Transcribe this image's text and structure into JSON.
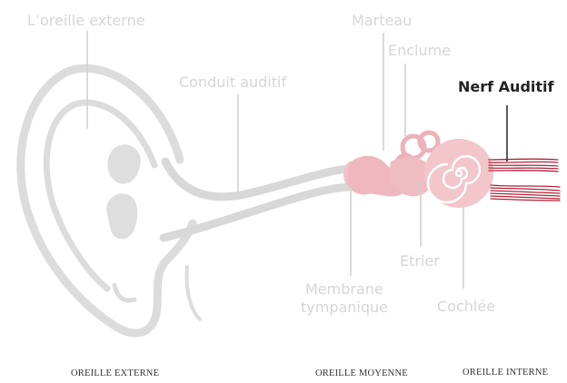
{
  "labels": {
    "oreille_externe": "L’oreille externe",
    "marteau": "Marteau",
    "enclume": "Enclume",
    "conduit_auditif": "Conduit auditif",
    "nerf_auditif": "Nerf Auditif",
    "etrier": "Etrier",
    "membrane_line1": "Membrane",
    "membrane_line2": "tympanique",
    "cochlee": "Cochlée"
  },
  "sections": {
    "externe": "OREILLE EXTERNE",
    "moyenne": "OREILLE MOYENNE",
    "interne": "OREILLE INTERNE"
  },
  "colors": {
    "ear_outline": "#dcdcdc",
    "label_grey": "#d6d6d6",
    "ossicle_pink": "#f2c4c9",
    "nerve_red": "#b2233a",
    "text_dark": "#222222"
  }
}
